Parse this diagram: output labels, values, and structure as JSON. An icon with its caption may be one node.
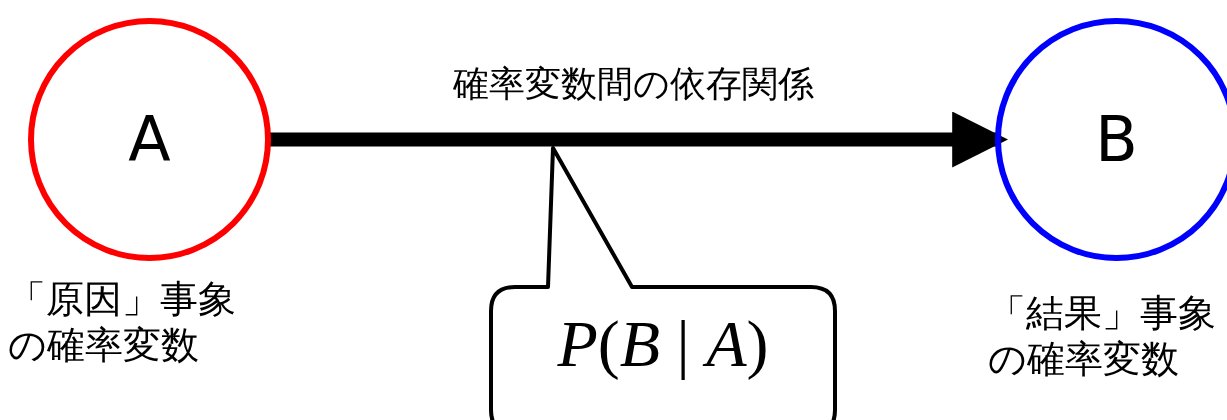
{
  "diagram": {
    "nodes": [
      {
        "text": [
          "A"
        ],
        "beside": [
          "「原因」事象の確率変数"
        ]
      },
      {
        "text": [
          "B"
        ],
        "beside": [
          "「結果」事象の確率変数"
        ]
      },
      {
        "text": [
          "*P*(*B* | *A*)"
        ]
      }
    ],
    "edges": [
      {
        "from": 0,
        "to": 1,
        "arrow": "to",
        "label": "確率変数間の依存関係"
      }
    ]
  }
}
